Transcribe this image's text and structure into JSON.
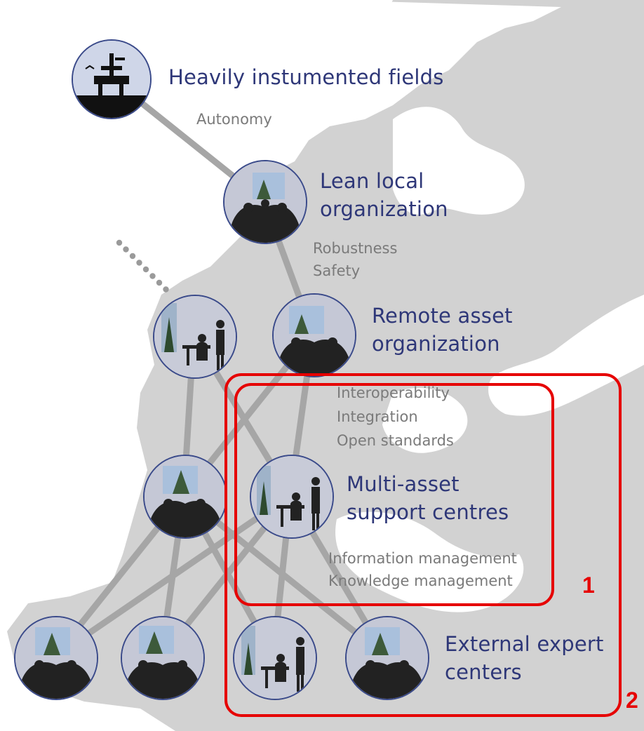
{
  "labels": {
    "heavily": "Heavily instumented fields",
    "autonomy": "Autonomy",
    "lean_1": "Lean local",
    "lean_2": "organization",
    "robustness": "Robustness",
    "safety": "Safety",
    "remote_1": "Remote asset",
    "remote_2": "organization",
    "interop": "Interoperability",
    "integration": "Integration",
    "openstd": "Open standards",
    "multi_1": "Multi-asset",
    "multi_2": "support centres",
    "infomgmt": "Information management",
    "knowmgmt": "Knowledge management",
    "external_1": "External expert",
    "external_2": "centers"
  },
  "annotations": {
    "box1": "1",
    "box2": "2"
  },
  "colors": {
    "map": "#d2d2d2",
    "link": "#a6a6a6",
    "title": "#2e3778",
    "subtitle": "#7a7a7a",
    "highlight": "#e60000"
  },
  "nodes": [
    {
      "id": "heavily-instrumented-field",
      "icon": "offshore-platform-icon"
    },
    {
      "id": "lean-local-organization",
      "icon": "meeting-room-icon"
    },
    {
      "id": "remote-asset-left",
      "icon": "control-room-icon"
    },
    {
      "id": "remote-asset-organization",
      "icon": "meeting-room-icon"
    },
    {
      "id": "multi-asset-left",
      "icon": "meeting-room-icon"
    },
    {
      "id": "multi-asset-support-centre",
      "icon": "control-room-icon"
    },
    {
      "id": "external-expert-1",
      "icon": "meeting-room-icon"
    },
    {
      "id": "external-expert-2",
      "icon": "meeting-room-icon"
    },
    {
      "id": "external-expert-3",
      "icon": "control-room-icon"
    },
    {
      "id": "external-expert-4",
      "icon": "meeting-room-icon"
    }
  ]
}
